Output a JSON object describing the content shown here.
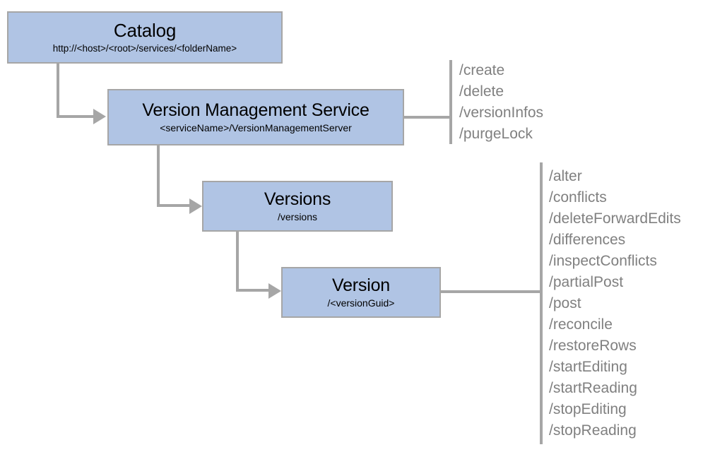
{
  "diagram": {
    "type": "hierarchy-flow",
    "palette": {
      "node_fill": "#b0c4e4",
      "node_border": "#a6a6a6",
      "connector": "#a6a6a6",
      "node_text": "#000000",
      "operation_text": "#808080",
      "background": "#ffffff"
    }
  },
  "nodes": {
    "catalog": {
      "title": "Catalog",
      "subtitle": "http://<host>/<root>/services/<folderName>"
    },
    "version_management_service": {
      "title": "Version Management Service",
      "subtitle": "<serviceName>/VersionManagementServer"
    },
    "versions": {
      "title": "Versions",
      "subtitle": "/versions"
    },
    "version": {
      "title": "Version",
      "subtitle": "/<versionGuid>"
    }
  },
  "operation_groups": {
    "service_operations": {
      "owner": "Version Management Service",
      "items": [
        "/create",
        "/delete",
        "/versionInfos",
        "/purgeLock"
      ]
    },
    "version_operations": {
      "owner": "Version",
      "items": [
        "/alter",
        "/conflicts",
        "/deleteForwardEdits",
        "/differences",
        "/inspectConflicts",
        "/partialPost",
        "/post",
        "/reconcile",
        "/restoreRows",
        "/startEditing",
        "/startReading",
        "/stopEditing",
        "/stopReading"
      ]
    }
  },
  "connectors": [
    {
      "from": "catalog",
      "to": "version_management_service",
      "style": "elbow-arrow"
    },
    {
      "from": "version_management_service",
      "to": "versions",
      "style": "elbow-arrow"
    },
    {
      "from": "versions",
      "to": "version",
      "style": "elbow-arrow"
    },
    {
      "from": "version_management_service",
      "to": "service_operations",
      "style": "line-bracket"
    },
    {
      "from": "version",
      "to": "version_operations",
      "style": "line-bracket"
    }
  ]
}
